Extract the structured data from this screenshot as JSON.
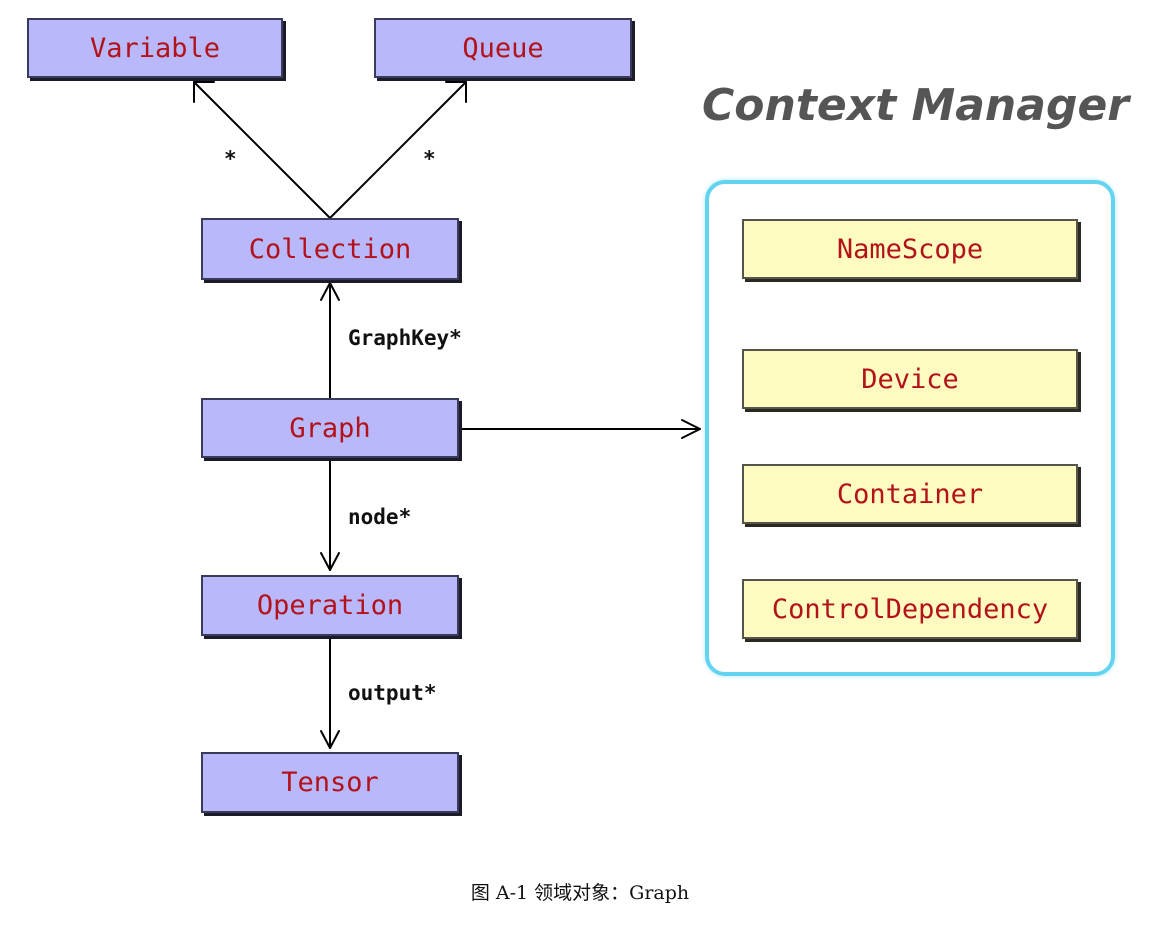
{
  "nodes": {
    "variable": "Variable",
    "queue": "Queue",
    "collection": "Collection",
    "graph": "Graph",
    "operation": "Operation",
    "tensor": "Tensor"
  },
  "context_manager": {
    "title": "Context Manager",
    "items": [
      "NameScope",
      "Device",
      "Container",
      "ControlDependency"
    ]
  },
  "edge_labels": {
    "collection_to_variable": "*",
    "collection_to_queue": "*",
    "graph_to_collection": "GraphKey*",
    "graph_to_operation": "node*",
    "operation_to_tensor": "output*"
  },
  "caption": "图 A-1  领域对象：Graph",
  "colors": {
    "object_box": "#b8b8fb",
    "context_box": "#fdfbbf",
    "label_text": "#b3121b",
    "context_frame": "#62d3f1"
  }
}
